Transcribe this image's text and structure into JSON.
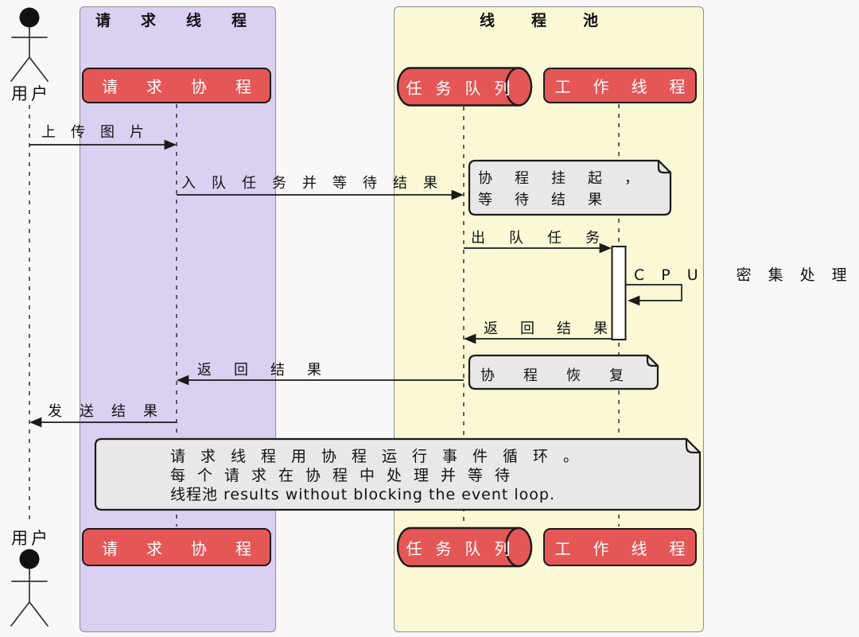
{
  "diagram": {
    "frames": {
      "request_thread": {
        "title": "请求线程"
      },
      "thread_pool": {
        "title": "线程池"
      }
    },
    "actor": {
      "label": "用户"
    },
    "participants": {
      "request_coroutine": {
        "label": "请求协程"
      },
      "task_queue": {
        "label": "任务队列"
      },
      "worker_thread": {
        "label": "工作线程"
      }
    },
    "messages": {
      "upload": {
        "label": "上传图片"
      },
      "enqueue": {
        "label": "入队任务并等待结果"
      },
      "dequeue": {
        "label": "出队任务"
      },
      "cpu": {
        "label": "CPU 密集处理"
      },
      "return_to_queue": {
        "label": "返回结果"
      },
      "return_to_coroutine": {
        "label": "返回结果"
      },
      "send_result": {
        "label": "发送结果"
      }
    },
    "notes": {
      "suspend": {
        "line1": "协程挂起，",
        "line2": "等待结果"
      },
      "resume": {
        "text": "协程恢复"
      },
      "summary": {
        "line1": "请求线程用协程运行事件循环。",
        "line2": "每个请求在协程中处理并等待",
        "line3": "线程池 results without blocking the event loop."
      }
    },
    "colors": {
      "frame_purple": "#dbd0f2",
      "frame_yellow": "#fbf8d6",
      "participant_red": "#e55757",
      "note_gray": "#e8e8e8",
      "line": "#1a1a1a",
      "background": "#f8f8f8"
    }
  }
}
